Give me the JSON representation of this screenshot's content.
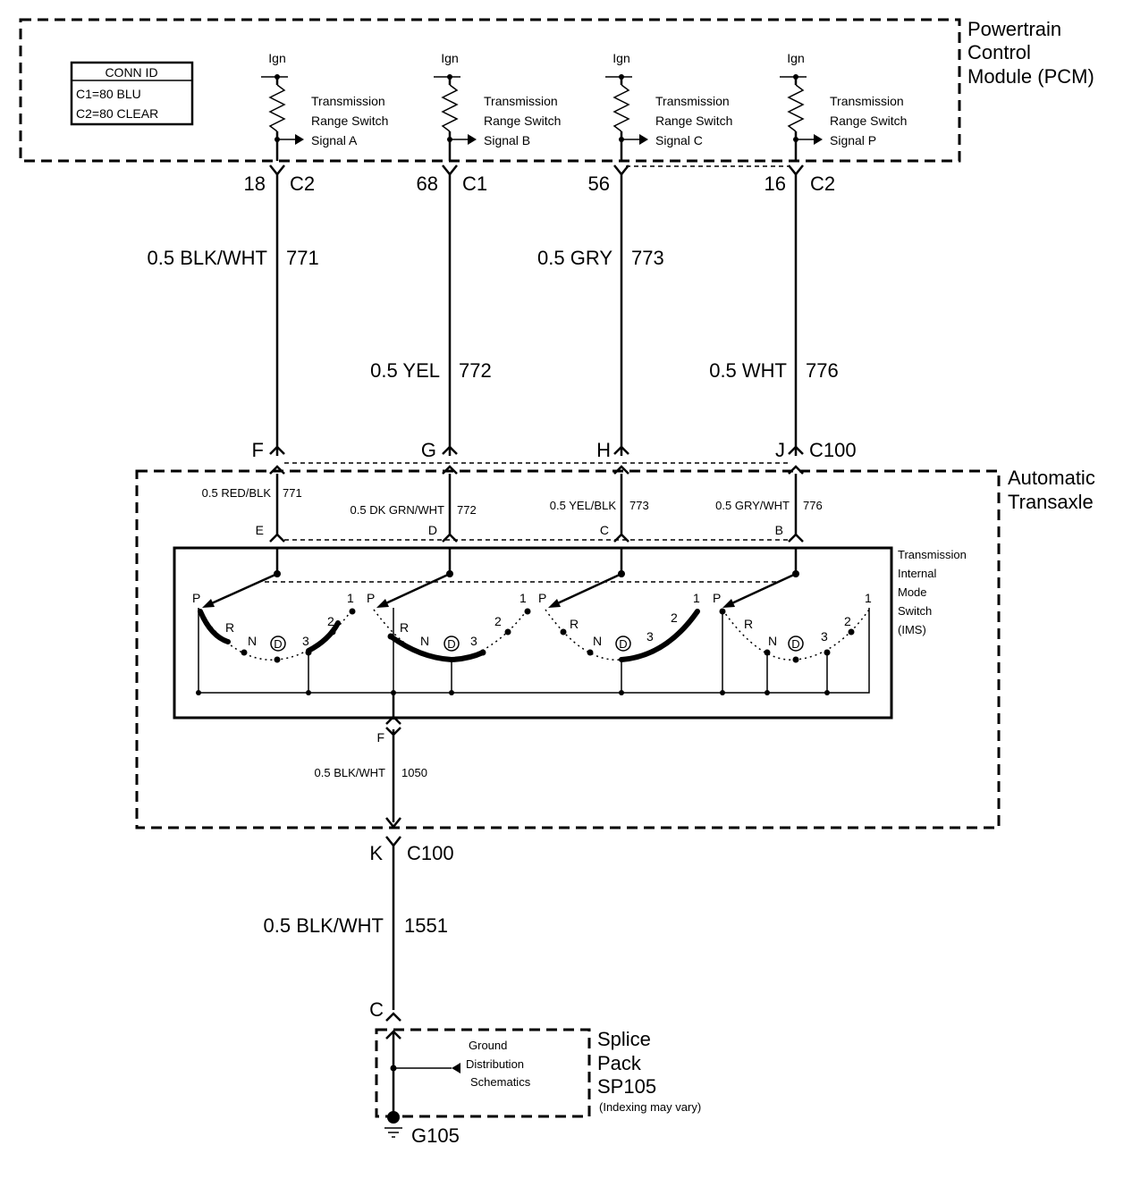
{
  "pcm": {
    "title_lines": [
      "Powertrain",
      "Control",
      "Module (PCM)"
    ],
    "conn_id": {
      "header": "CONN ID",
      "c1": "C1=80 BLU",
      "c2": "C2=80 CLEAR"
    },
    "ign_label": "Ign",
    "signals": [
      {
        "line1": "Transmission",
        "line2": "Range Switch",
        "line3": "Signal A"
      },
      {
        "line1": "Transmission",
        "line2": "Range Switch",
        "line3": "Signal B"
      },
      {
        "line1": "Transmission",
        "line2": "Range Switch",
        "line3": "Signal C"
      },
      {
        "line1": "Transmission",
        "line2": "Range Switch",
        "line3": "Signal P"
      }
    ]
  },
  "pcm_pins": [
    {
      "pin": "18",
      "conn": "C2"
    },
    {
      "pin": "68",
      "conn": "C1"
    },
    {
      "pin": "56",
      "conn": ""
    },
    {
      "pin": "16",
      "conn": "C2"
    }
  ],
  "upper_wires": [
    {
      "gauge_color": "0.5 BLK/WHT",
      "circuit": "771"
    },
    {
      "gauge_color": "0.5 YEL",
      "circuit": "772"
    },
    {
      "gauge_color": "0.5 GRY",
      "circuit": "773"
    },
    {
      "gauge_color": "0.5 WHT",
      "circuit": "776"
    }
  ],
  "c100_top": {
    "pins": [
      "F",
      "G",
      "H",
      "J"
    ],
    "conn": "C100"
  },
  "transaxle": {
    "title_lines": [
      "Automatic",
      "Transaxle"
    ],
    "wires": [
      {
        "gauge_color": "0.5 RED/BLK",
        "circuit": "771",
        "pin": "E"
      },
      {
        "gauge_color": "0.5 DK GRN/WHT",
        "circuit": "772",
        "pin": "D"
      },
      {
        "gauge_color": "0.5 YEL/BLK",
        "circuit": "773",
        "pin": "C"
      },
      {
        "gauge_color": "0.5 GRY/WHT",
        "circuit": "776",
        "pin": "B"
      }
    ],
    "ims_lines": [
      "Transmission",
      "Internal",
      "Mode",
      "Switch",
      "(IMS)"
    ],
    "positions": [
      "P",
      "R",
      "N",
      "D",
      "3",
      "2",
      "1"
    ],
    "ground_pin": "F",
    "ground_wire": {
      "gauge_color": "0.5 BLK/WHT",
      "circuit": "1050"
    }
  },
  "c100_bottom": {
    "pin": "K",
    "conn": "C100"
  },
  "lower_wire": {
    "gauge_color": "0.5 BLK/WHT",
    "circuit": "1551"
  },
  "splice": {
    "pin": "C",
    "title_lines": [
      "Splice",
      "Pack",
      "SP105"
    ],
    "note": "(Indexing may vary)",
    "ref_lines": [
      "Ground",
      "Distribution",
      "Schematics"
    ]
  },
  "ground": {
    "label": "G105"
  }
}
